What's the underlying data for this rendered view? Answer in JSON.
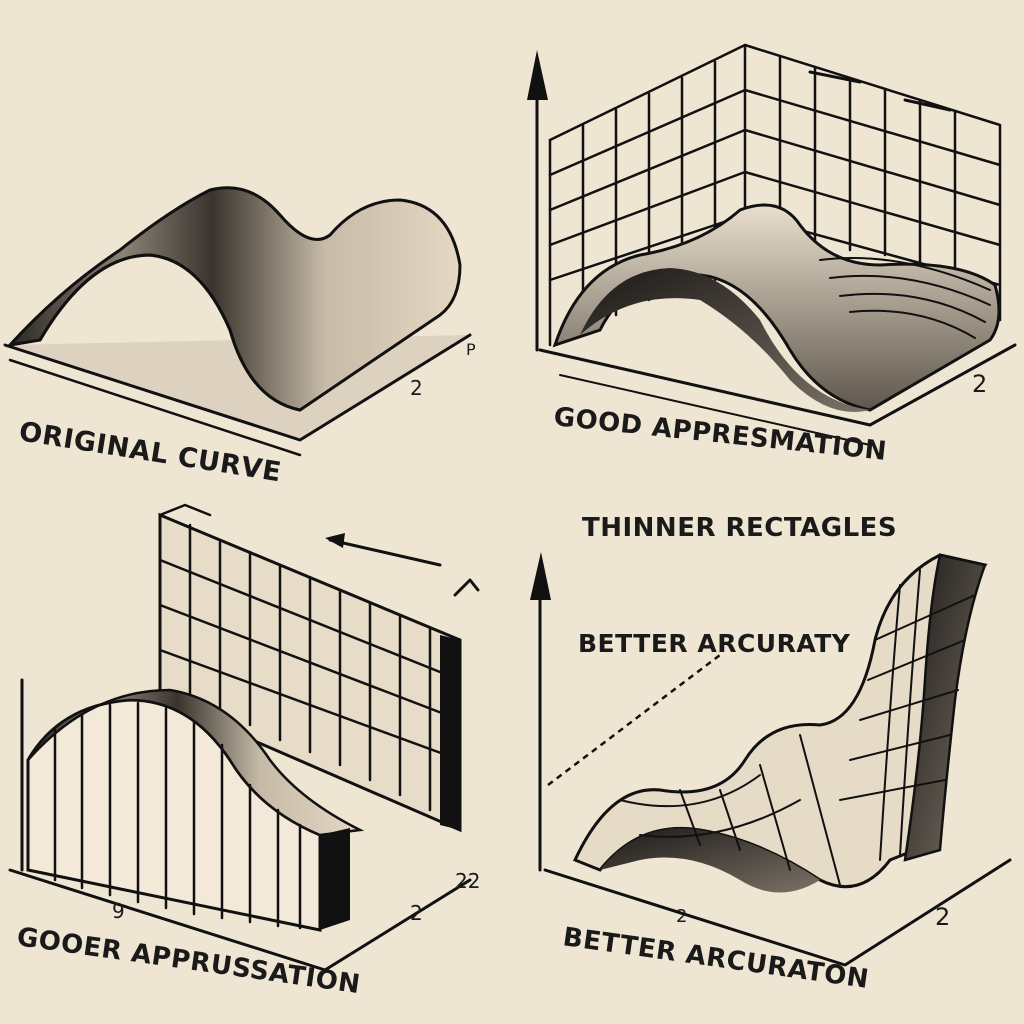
{
  "panels": {
    "top_left": {
      "caption": "ORIGINAL CURVE",
      "tick_a": "2",
      "tick_b": "P"
    },
    "top_right": {
      "caption": "GOOD APPRESMATION",
      "caption2": "THINNER RECTAGLES",
      "tick_a": "2"
    },
    "bottom_left": {
      "caption": "GOOER APPRUSSATION",
      "tick_a": "2",
      "tick_b": "22",
      "tick_c": "9"
    },
    "bottom_right": {
      "caption": "BETTER ARCURATY",
      "caption2": "BETTER ARCURATON",
      "tick_a": "2",
      "tick_b": "2"
    }
  },
  "colors": {
    "paper": "#efe5d3",
    "ink": "#111111",
    "shade": "#6e655a"
  }
}
